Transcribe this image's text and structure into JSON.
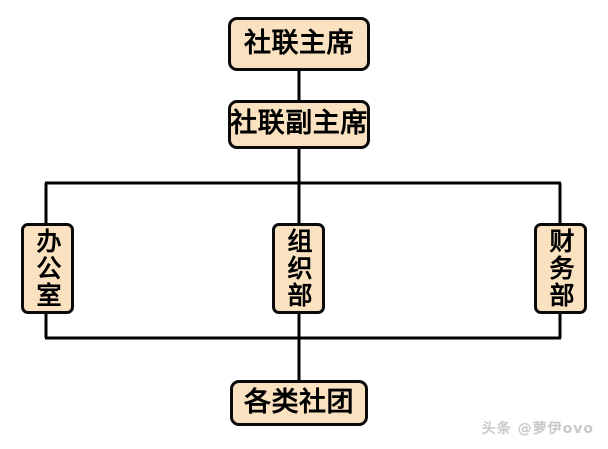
{
  "diagram": {
    "type": "organizational-chart",
    "title": "",
    "background_color": "#ffffff",
    "node_fill_color": "#FAE2C0",
    "node_border_color": "#0a0a0a",
    "connector_color": "#000000",
    "nodes": [
      {
        "id": "president",
        "label": "社联主席",
        "text_orientation": "horizontal",
        "level": 1
      },
      {
        "id": "vice",
        "label": "社联副主席",
        "text_orientation": "horizontal",
        "level": 2
      },
      {
        "id": "office",
        "label": "办公室",
        "text_orientation": "vertical",
        "level": 3
      },
      {
        "id": "organize",
        "label": "组织部",
        "text_orientation": "vertical",
        "level": 3
      },
      {
        "id": "finance",
        "label": "财务部",
        "text_orientation": "vertical",
        "level": 3
      },
      {
        "id": "clubs",
        "label": "各类社团",
        "text_orientation": "horizontal",
        "level": 4
      }
    ],
    "edges": [
      {
        "from": "president",
        "to": "vice"
      },
      {
        "from": "vice",
        "to": "office"
      },
      {
        "from": "vice",
        "to": "organize"
      },
      {
        "from": "vice",
        "to": "finance"
      },
      {
        "from": "office",
        "to": "clubs"
      },
      {
        "from": "organize",
        "to": "clubs"
      },
      {
        "from": "finance",
        "to": "clubs"
      }
    ]
  },
  "watermark": {
    "text": "头条 @萝伊ovo",
    "color": "#c9c9c9"
  }
}
